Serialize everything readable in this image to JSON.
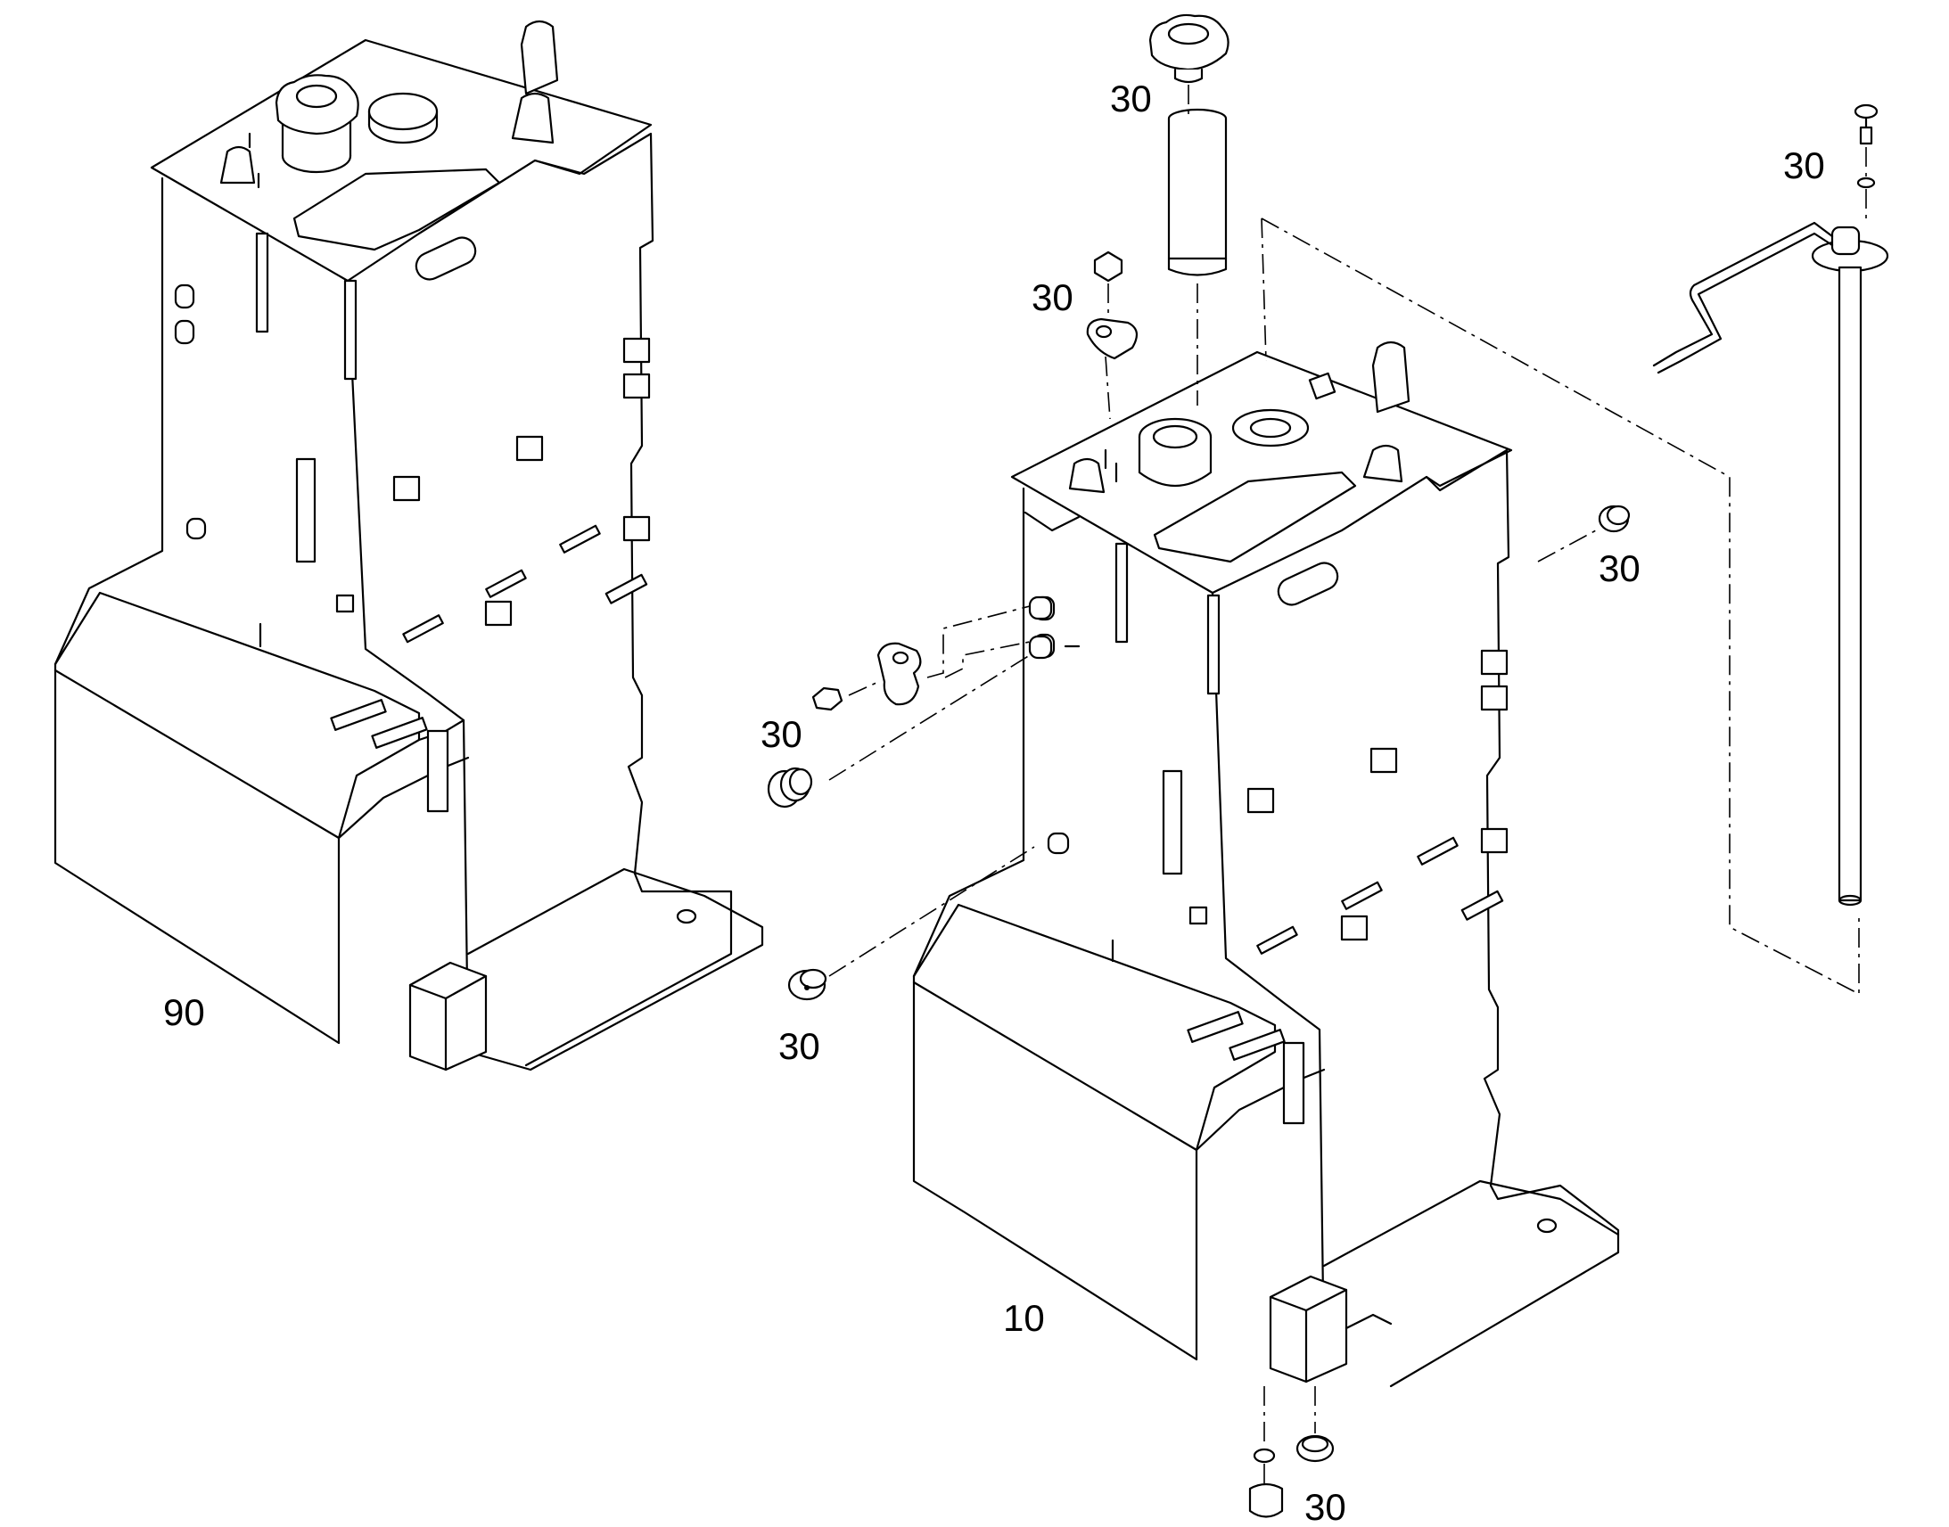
{
  "callouts": [
    {
      "id": "tank-variant",
      "text": "90"
    },
    {
      "id": "tank-main",
      "text": "10"
    },
    {
      "id": "filler-cap-group",
      "text": "30"
    },
    {
      "id": "level-sensor-group",
      "text": "30"
    },
    {
      "id": "bracket-nut-group",
      "text": "30"
    },
    {
      "id": "side-plug-group",
      "text": "30"
    },
    {
      "id": "fitting-nut-group",
      "text": "30"
    },
    {
      "id": "front-plug-group",
      "text": "30"
    },
    {
      "id": "drain-plug-group",
      "text": "30"
    }
  ]
}
